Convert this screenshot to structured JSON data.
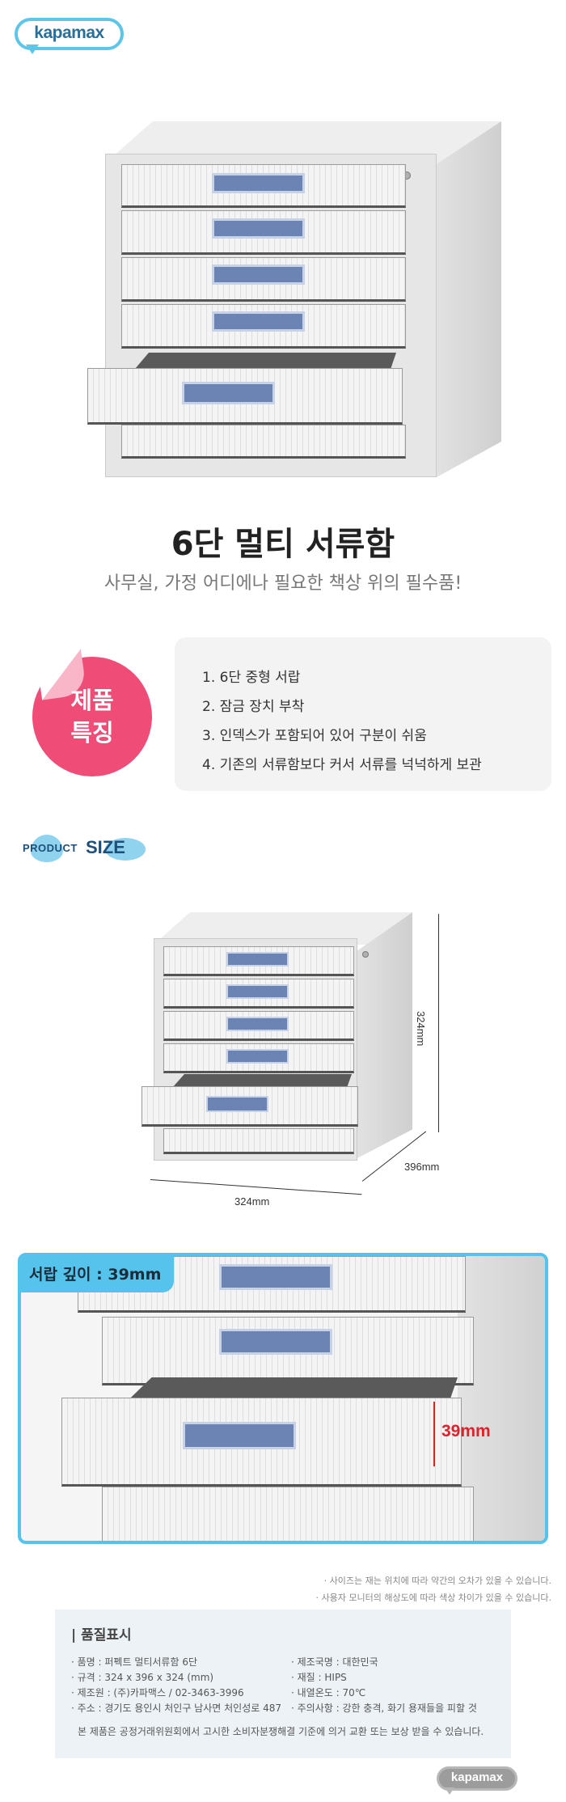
{
  "brand": {
    "logo_text": "kapamax"
  },
  "product": {
    "title": "6단 멀티 서류함",
    "subtitle": "사무실, 가정 어디에나 필요한 책상 위의 필수품!"
  },
  "features": {
    "badge_line1": "제품",
    "badge_line2": "특징",
    "items": [
      "1. 6단 중형 서랍",
      "2. 잠금 장치 부착",
      "3. 인덱스가 포함되어 있어 구분이 쉬움",
      "4. 기존의 서류함보다 커서 서류를 넉넉하게 보관"
    ]
  },
  "size": {
    "tag_small": "PRODUCT",
    "tag_big": "SIZE",
    "height": "324mm",
    "depth": "396mm",
    "width": "324mm"
  },
  "drawer_depth": {
    "label": "서랍 깊이 : 39mm",
    "mark": "39mm"
  },
  "notes": [
    "· 사이즈는 재는 위치에 따라 약간의 오차가 있을 수 있습니다.",
    "· 사용자 모니터의 해상도에 따라 색상 차이가 있을 수 있습니다."
  ],
  "quality": {
    "title": "| 품질표시",
    "left": [
      "· 품명 : 퍼펙트 멀티서류함 6단",
      "· 규격 : 324 x 396 x 324 (mm)",
      "· 제조원 : (주)카파맥스 / 02-3463-3996",
      "· 주소 : 경기도 용인시 처인구 남사면 처인성로 487"
    ],
    "right": [
      "· 제조국명 : 대한민국",
      "· 재질 : HIPS",
      "· 내열온도 : 70℃",
      "· 주의사항 : 강한 충격, 화기 용재들을 피할 것"
    ],
    "footer": "본 제품은 공정거래위원회에서 고시한 소비자분쟁해결 기준에 의거 교환 또는 보상 받을 수 있습니다."
  },
  "footer_logo": "kapamax"
}
